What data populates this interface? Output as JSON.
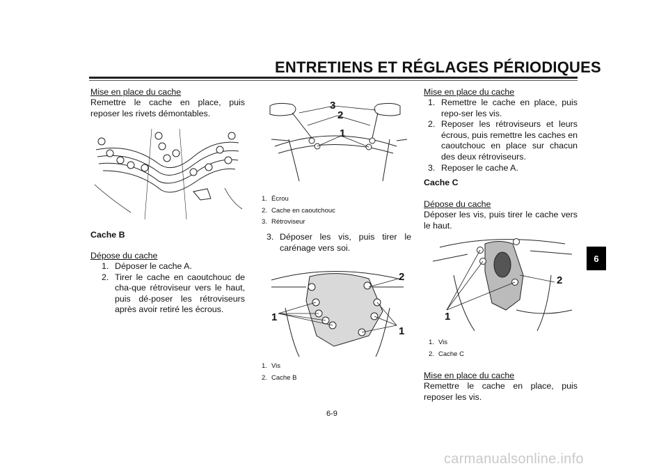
{
  "header": {
    "title": "ENTRETIENS ET RÉGLAGES PÉRIODIQUES"
  },
  "col1": {
    "h1": "Mise en place du cache",
    "p1": "Remettre le cache en place, puis reposer les rivets démontables.",
    "section": "Cache B",
    "h2": "Dépose du cache",
    "steps": [
      {
        "n": "1.",
        "t": "Déposer le cache A."
      },
      {
        "n": "2.",
        "t": "Tirer le cache en caoutchouc de cha-que rétroviseur vers le haut, puis dé-poser les rétroviseurs après avoir retiré les écrous."
      }
    ]
  },
  "col2": {
    "fig1_callouts": [
      "3",
      "2",
      "1"
    ],
    "captions1": [
      {
        "n": "1.",
        "t": "Écrou"
      },
      {
        "n": "2.",
        "t": "Cache en caoutchouc"
      },
      {
        "n": "3.",
        "t": "Rétroviseur"
      }
    ],
    "step3": {
      "n": "3.",
      "t": "Déposer les vis, puis tirer le carénage vers soi."
    },
    "fig2_callouts": [
      "2",
      "1",
      "1"
    ],
    "captions2": [
      {
        "n": "1.",
        "t": "Vis"
      },
      {
        "n": "2.",
        "t": "Cache B"
      }
    ]
  },
  "col3": {
    "h1": "Mise en place du cache",
    "steps": [
      {
        "n": "1.",
        "t": "Remettre le cache en place, puis repo-ser les vis."
      },
      {
        "n": "2.",
        "t": "Reposer les rétroviseurs et leurs écrous, puis remettre les caches en caoutchouc en place sur chacun des deux rétroviseurs."
      },
      {
        "n": "3.",
        "t": "Reposer le cache A."
      }
    ],
    "section": "Cache C",
    "h2": "Dépose du cache",
    "p1": "Déposer les vis, puis tirer le cache vers le haut.",
    "fig_callouts": [
      "2",
      "1"
    ],
    "captions": [
      {
        "n": "1.",
        "t": "Vis"
      },
      {
        "n": "2.",
        "t": "Cache C"
      }
    ],
    "h3": "Mise en place du cache",
    "p2": "Remettre le cache en place, puis reposer les vis."
  },
  "side_tab": "6",
  "page_number": "6-9",
  "footer": "carmanualsonline.info"
}
